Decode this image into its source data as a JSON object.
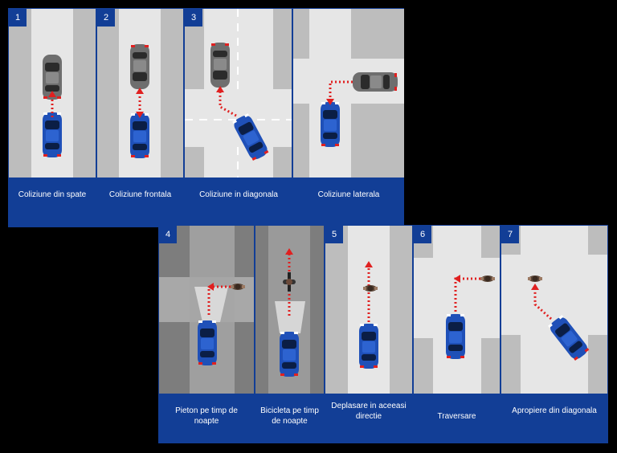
{
  "top_row": {
    "tiles": [
      {
        "number": "1",
        "caption": "Coliziune din spate"
      },
      {
        "number": "2",
        "caption": "Coliziune frontala"
      },
      {
        "number": "3",
        "caption": "Coliziune in diagonala"
      },
      {
        "number": "",
        "caption": "Coliziune laterala"
      }
    ]
  },
  "bottom_row": {
    "tiles": [
      {
        "number": "4",
        "caption": "Pieton pe timp de noapte"
      },
      {
        "number": "",
        "caption": "Bicicleta pe timp de noapte"
      },
      {
        "number": "5",
        "caption": "Deplasare in aceeasi directie"
      },
      {
        "number": "6",
        "caption": "Traversare"
      },
      {
        "number": "7",
        "caption": "Apropiere din diagonala"
      }
    ]
  },
  "colors": {
    "panel_blue": "#123e96",
    "car_blue": "#1f50b8",
    "car_gray": "#6e6e6e",
    "arrow_red": "#e02020",
    "road_light": "#e6e6e6",
    "road_dark": "#b9b9b9"
  }
}
